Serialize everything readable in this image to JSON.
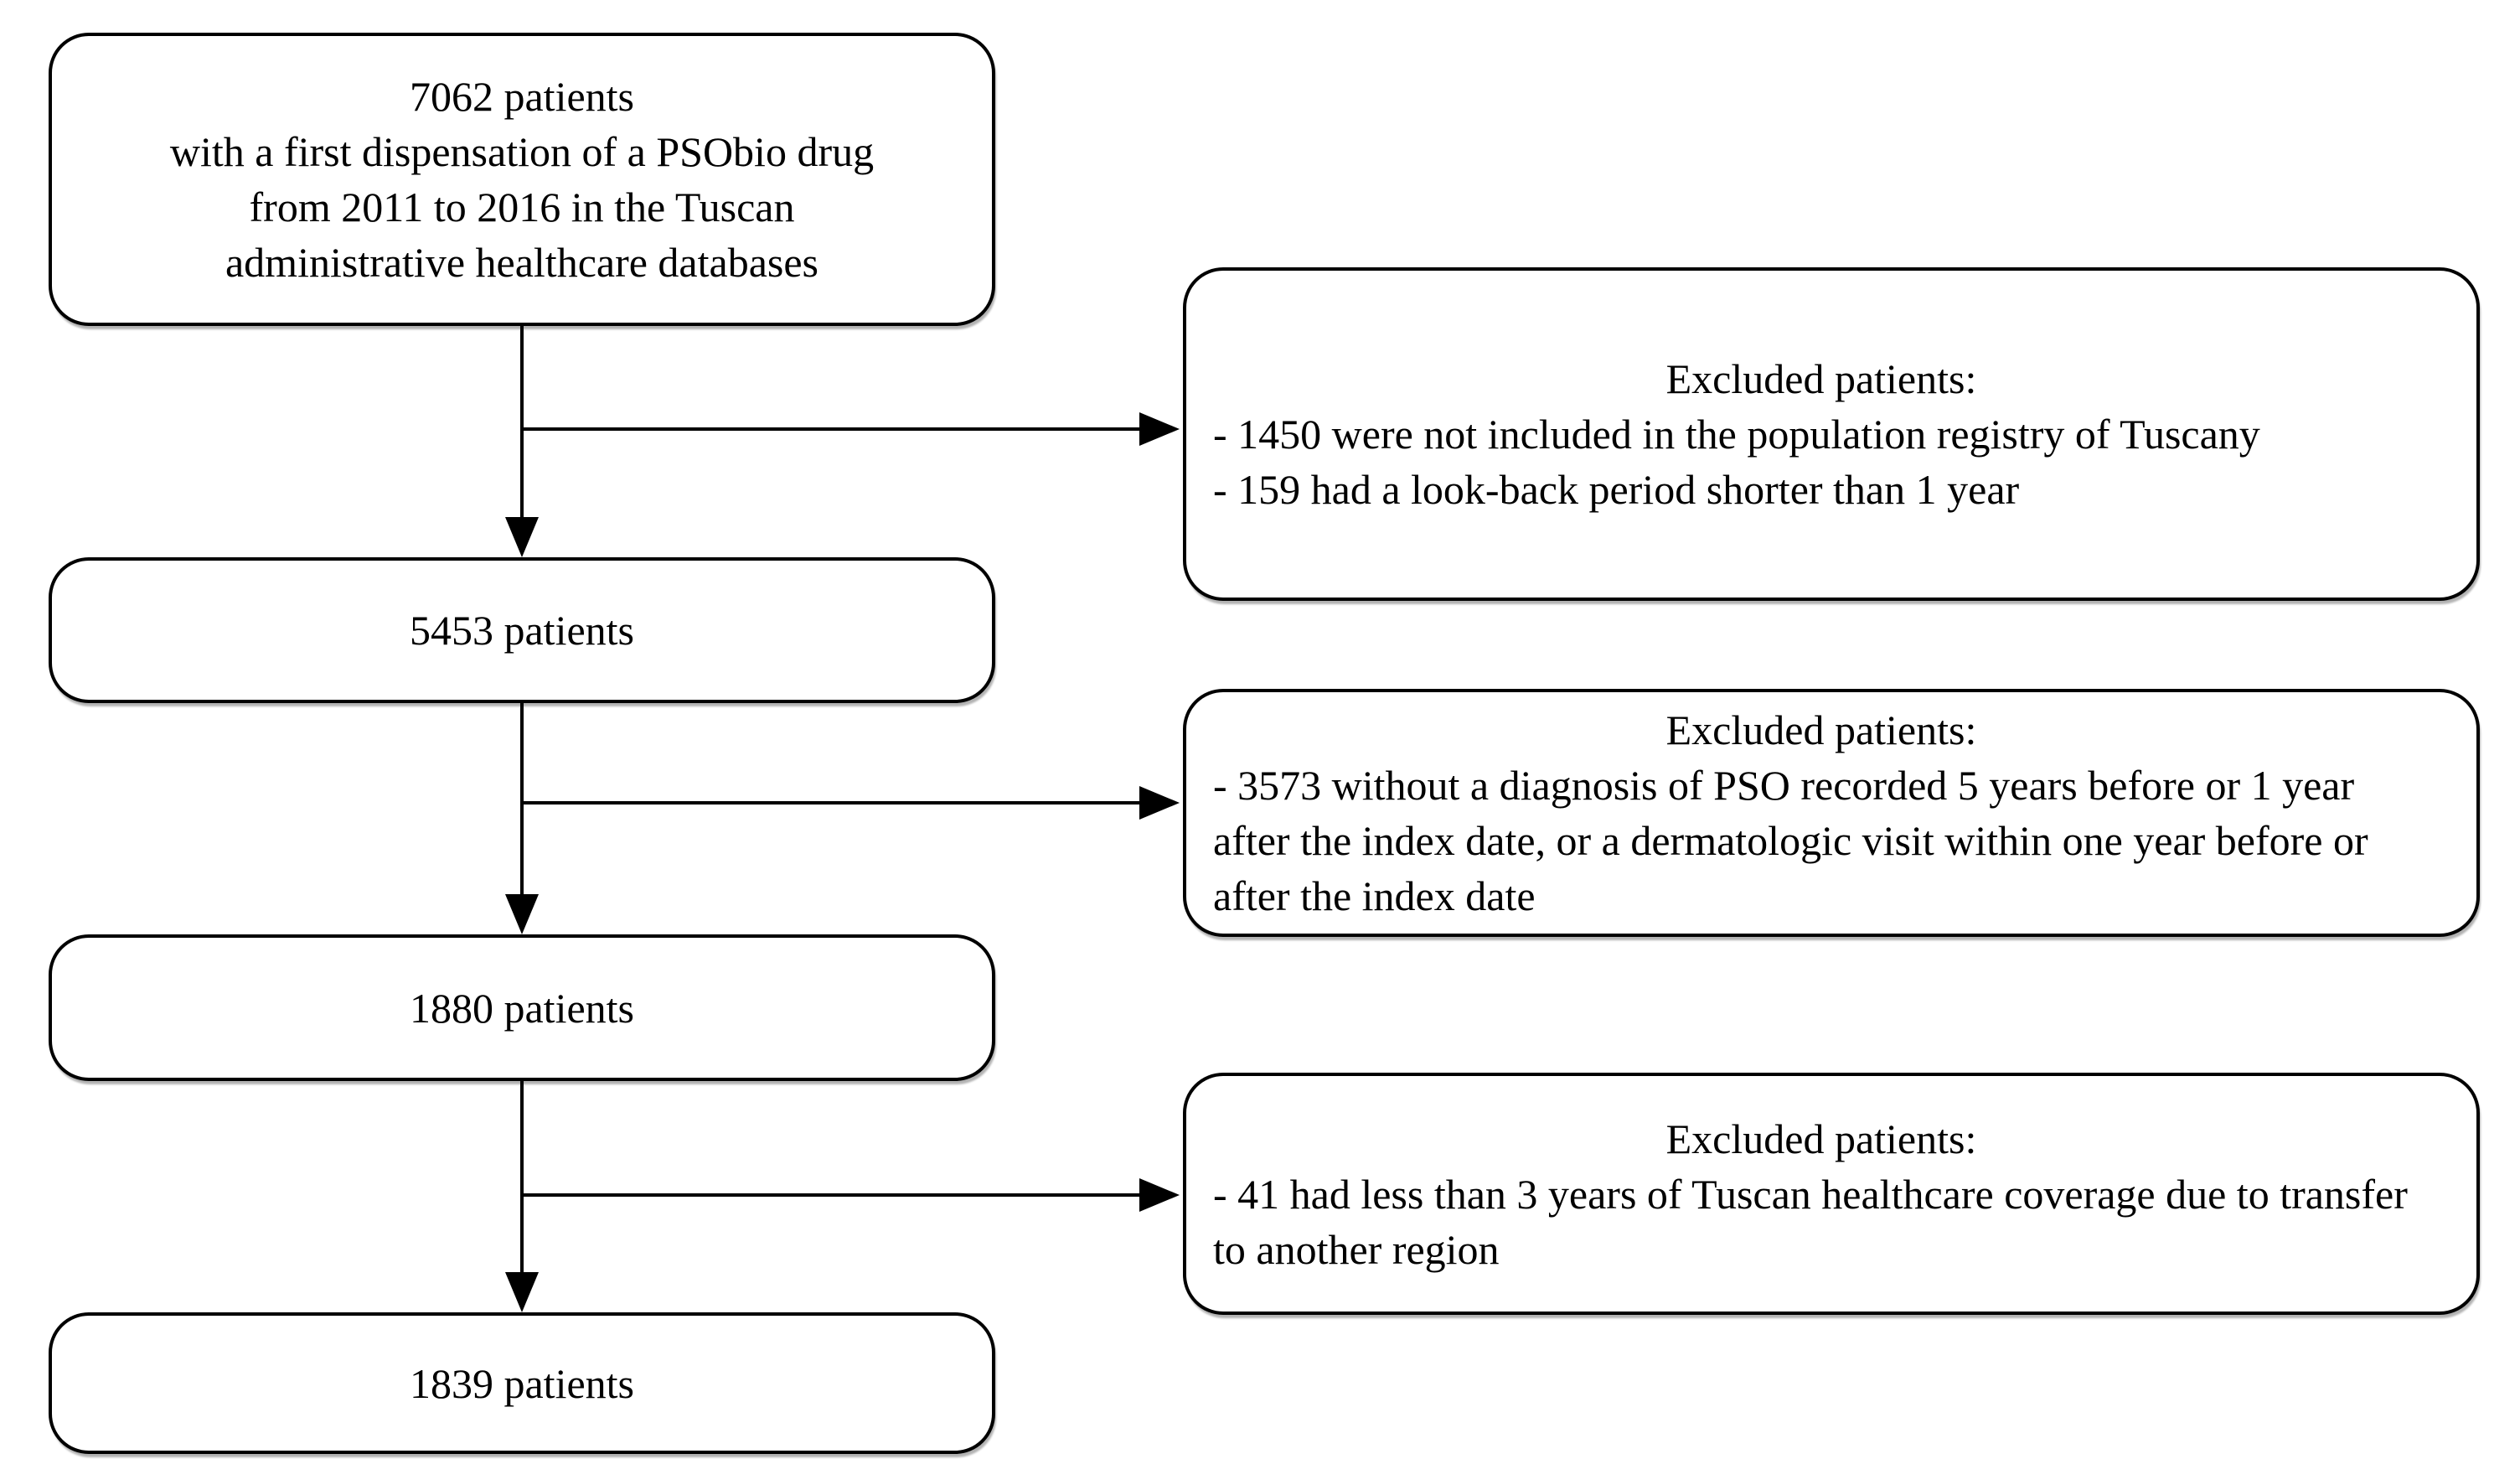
{
  "figure": {
    "type": "patient-selection-flowchart",
    "colors": {
      "ink": "#000000",
      "background": "#ffffff"
    }
  },
  "flow_boxes": [
    {
      "id": "box-7062",
      "lines": [
        "7062 patients",
        "with a first dispensation of a PSObio drug",
        "from 2011 to 2016 in the Tuscan",
        "administrative healthcare databases"
      ]
    },
    {
      "id": "box-5453",
      "label": "5453 patients"
    },
    {
      "id": "box-1880",
      "label": "1880 patients"
    },
    {
      "id": "box-1839",
      "label": "1839 patients"
    }
  ],
  "exclusion_boxes": [
    {
      "id": "exclusion-1",
      "title": "Excluded patients:",
      "bullets": [
        "- 1450 were not included in the population registry of Tuscany",
        "- 159 had a look-back period shorter than 1 year"
      ]
    },
    {
      "id": "exclusion-2",
      "title": "Excluded patients:",
      "bullets": [
        "- 3573 without a diagnosis of PSO recorded 5 years before or 1 year after the index date, or a dermatologic visit within one year before or after the index date"
      ]
    },
    {
      "id": "exclusion-3",
      "title": "Excluded patients:",
      "bullets": [
        "- 41 had less than 3 years of Tuscan healthcare coverage due to transfer to another region"
      ]
    }
  ],
  "edges": [
    {
      "from": "box-7062",
      "to": "box-5453",
      "type": "down-arrow"
    },
    {
      "from": "box-7062",
      "to": "exclusion-1",
      "type": "branch-arrow"
    },
    {
      "from": "box-5453",
      "to": "box-1880",
      "type": "down-arrow"
    },
    {
      "from": "box-5453",
      "to": "exclusion-2",
      "type": "branch-arrow"
    },
    {
      "from": "box-1880",
      "to": "box-1839",
      "type": "down-arrow"
    },
    {
      "from": "box-1880",
      "to": "exclusion-3",
      "type": "branch-arrow"
    }
  ]
}
